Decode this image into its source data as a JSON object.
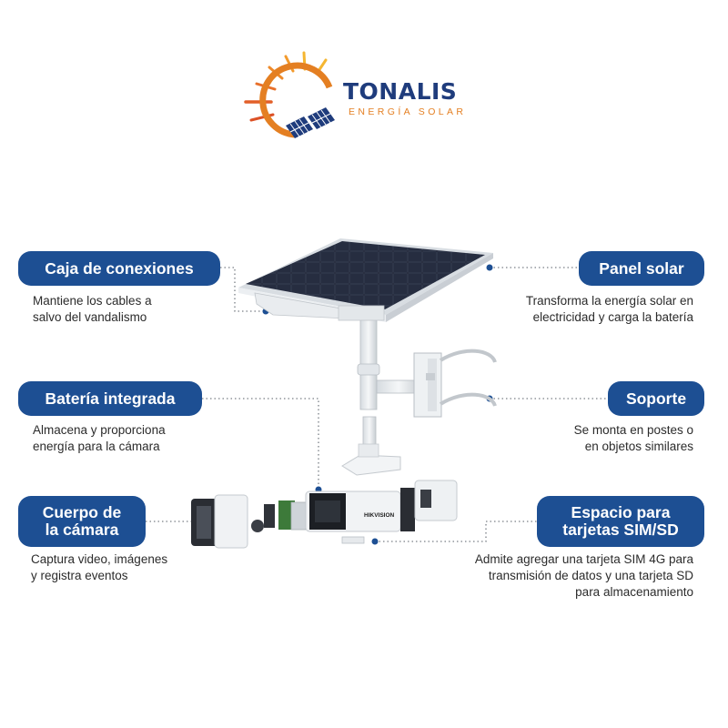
{
  "brand": {
    "name": "TONALIS",
    "tagline": "ENERGÍA SOLAR",
    "colors": {
      "navy": "#1f3c7c",
      "orange": "#e47f22",
      "yellow": "#f5b631",
      "pill": "#1d4f93"
    }
  },
  "callouts": [
    {
      "id": "caja",
      "title": "Caja de conexiones",
      "description": "Mantiene los cables a\nsalvo del vandalismo"
    },
    {
      "id": "panel",
      "title": "Panel solar",
      "description": "Transforma la energía solar en\nelectricidad y carga la batería"
    },
    {
      "id": "bateria",
      "title": "Batería integrada",
      "description": "Almacena y proporciona\nenergía para la cámara"
    },
    {
      "id": "soporte",
      "title": "Soporte",
      "description": "Se monta en postes o\nen objetos similares"
    },
    {
      "id": "cuerpo",
      "title": "Cuerpo de\nla cámara",
      "description": "Captura video, imágenes\ny registra eventos"
    },
    {
      "id": "sim",
      "title": "Espacio para\ntarjetas SIM/SD",
      "description": "Admite agregar una tarjeta SIM 4G para\ntransmisión de datos y una tarjeta SD\npara almacenamiento"
    }
  ],
  "camera_brand_text": "HIKVISION"
}
